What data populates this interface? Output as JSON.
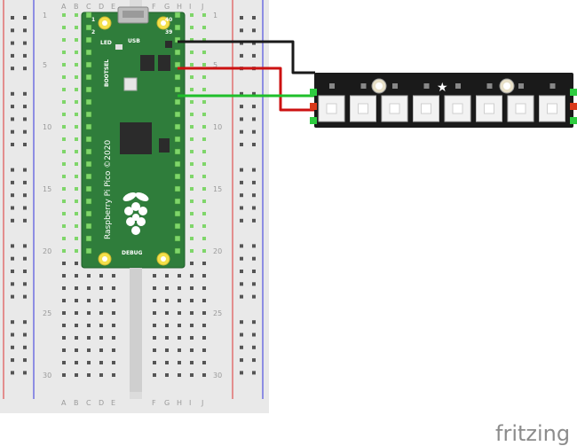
{
  "breadboard": {
    "columns_left": [
      "A",
      "B",
      "C",
      "D",
      "E"
    ],
    "columns_right": [
      "F",
      "G",
      "H",
      "I",
      "J"
    ],
    "row_numbers": [
      "1",
      "5",
      "10",
      "15",
      "20",
      "25",
      "30"
    ],
    "rows": 30
  },
  "pico": {
    "name": "Raspberry Pi Pico ©2020",
    "usb_label": "USB",
    "led_label": "LED",
    "bootsel_label": "BOOTSEL",
    "debug_label": "DEBUG",
    "pin_left_top": "1",
    "pin_left_second": "2",
    "pin_right_top": "40",
    "pin_right_second": "39"
  },
  "wires": [
    {
      "color": "#1a1a1a",
      "label": "black"
    },
    {
      "color": "#cc1111",
      "label": "red"
    },
    {
      "color": "#1fbf2a",
      "label": "green"
    }
  ],
  "neopixel": {
    "led_count": 8,
    "pad_colors": [
      "#2ecc40",
      "#d93a1a",
      "#2ecc40"
    ]
  },
  "watermark": "fritzing"
}
